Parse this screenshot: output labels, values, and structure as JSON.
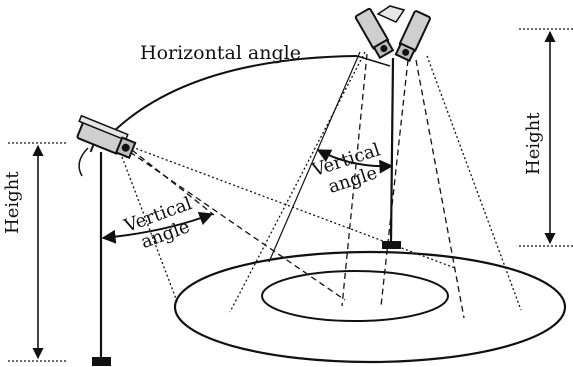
{
  "labels": {
    "horizontal_angle": "Horizontal angle",
    "vertical_angle_left_line1": "Vertical",
    "vertical_angle_left_line2": "angle",
    "vertical_angle_right_line1": "Vertical",
    "vertical_angle_right_line2": "angle",
    "height_left": "Height",
    "height_right": "Height"
  },
  "colors": {
    "ink": "#111111",
    "background": "#ffffff",
    "camera_body": "#cfcfcf"
  }
}
